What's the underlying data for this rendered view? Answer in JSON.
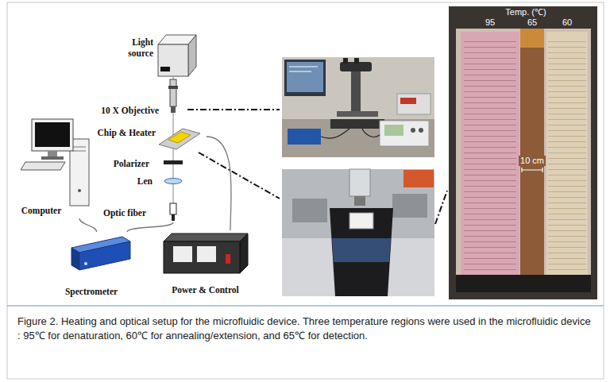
{
  "diagram": {
    "caption": "Figure 2. Heating and optical setup for the microfluidic device. Three temperature regions were used in the microfluidic device : 95℃ for denaturation, 60℃ for annealing/extension, and 65℃ for detection.",
    "nodes": [
      {
        "text": [
          "Light source"
        ]
      },
      {
        "text": [
          "10 X Objective"
        ]
      },
      {
        "text": [
          "Chip & Heater"
        ]
      },
      {
        "text": [
          "Polarizer"
        ]
      },
      {
        "text": [
          "Len"
        ]
      },
      {
        "text": [
          "Optic fiber"
        ]
      },
      {
        "text": [
          "Computer"
        ]
      },
      {
        "text": [
          "Spectrometer"
        ]
      },
      {
        "text": [
          "Power & Control"
        ]
      }
    ],
    "edges": [
      {
        "from": 6,
        "to": 7,
        "arrow": "none"
      },
      {
        "from": 7,
        "to": 5,
        "arrow": "none"
      },
      {
        "from": 8,
        "to": 2,
        "arrow": "none"
      }
    ],
    "labels": [
      "Temp. (℃)",
      "95",
      "65",
      "60",
      "10 cm"
    ]
  }
}
